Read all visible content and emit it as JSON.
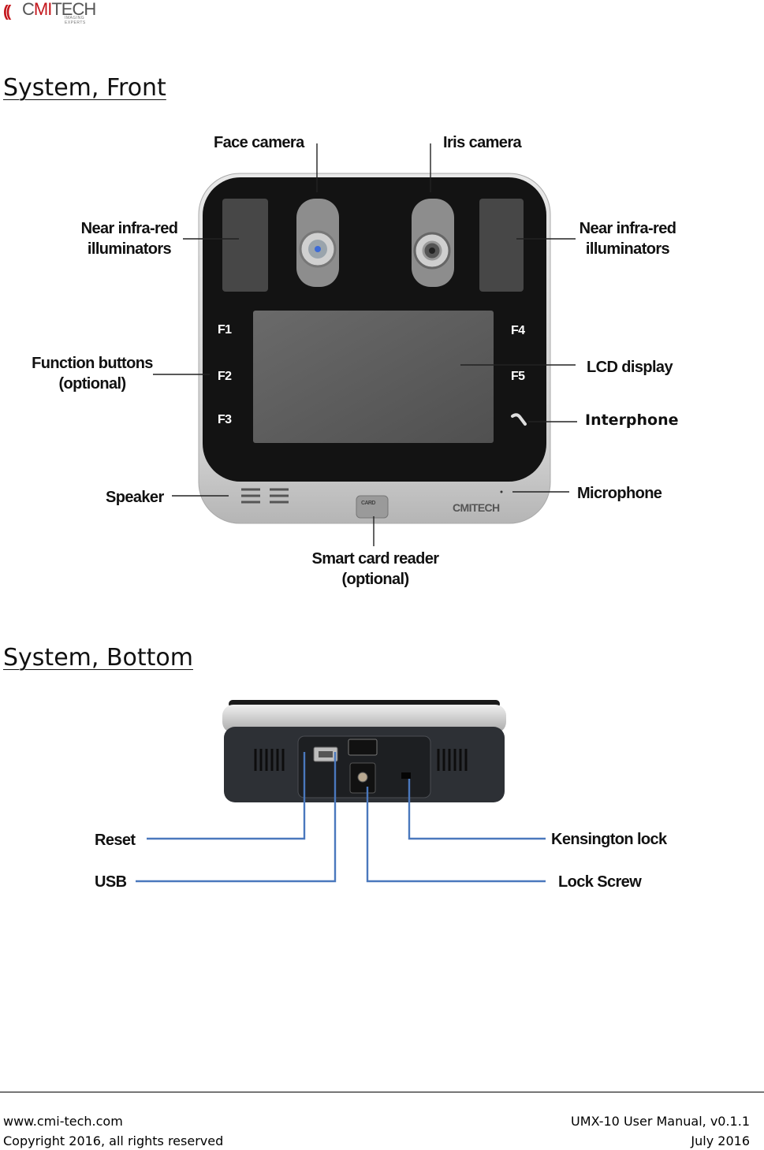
{
  "header": {
    "logo_text": "CMITECH",
    "logo_tagline": "IMAGING EXPERTS"
  },
  "sections": {
    "front_title": "System, Front",
    "bottom_title": "System, Bottom"
  },
  "front_labels": {
    "face_camera": "Face camera",
    "iris_camera": "Iris camera",
    "nir_left_1": "Near infra-red",
    "nir_left_2": "illuminators",
    "nir_right_1": "Near infra-red",
    "nir_right_2": "illuminators",
    "function_1": "Function buttons",
    "function_2": "(optional)",
    "lcd_display": "LCD display",
    "interphone": "Interphone",
    "speaker": "Speaker",
    "microphone": "Microphone",
    "smartcard_1": "Smart card reader",
    "smartcard_2": "(optional)"
  },
  "device_front": {
    "keys_left": [
      "F1",
      "F2",
      "F3"
    ],
    "keys_right": [
      "F4",
      "F5"
    ],
    "card_slot": "CARD",
    "brand": "CMITECH"
  },
  "bottom_labels": {
    "reset": "Reset",
    "usb": "USB",
    "kensington": "Kensington lock",
    "lock_screw": "Lock Screw"
  },
  "footer": {
    "website": "www.cmi-tech.com",
    "copyright": "Copyright 2016, all rights reserved",
    "manual": "UMX-10 User Manual, v0.1.1",
    "date": "July 2016"
  }
}
